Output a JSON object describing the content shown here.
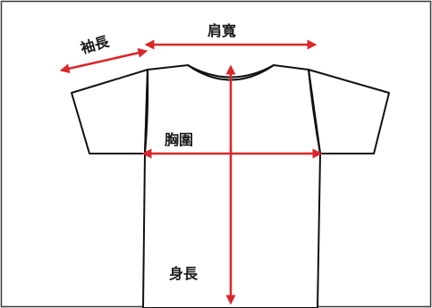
{
  "labels": {
    "sleeve_length": "袖長",
    "shoulder_width": "肩寬",
    "chest_width": "胸圍",
    "body_length": "身長"
  },
  "colors": {
    "arrow": "#d9272b",
    "outline": "#111111",
    "background": "#ffffff"
  }
}
